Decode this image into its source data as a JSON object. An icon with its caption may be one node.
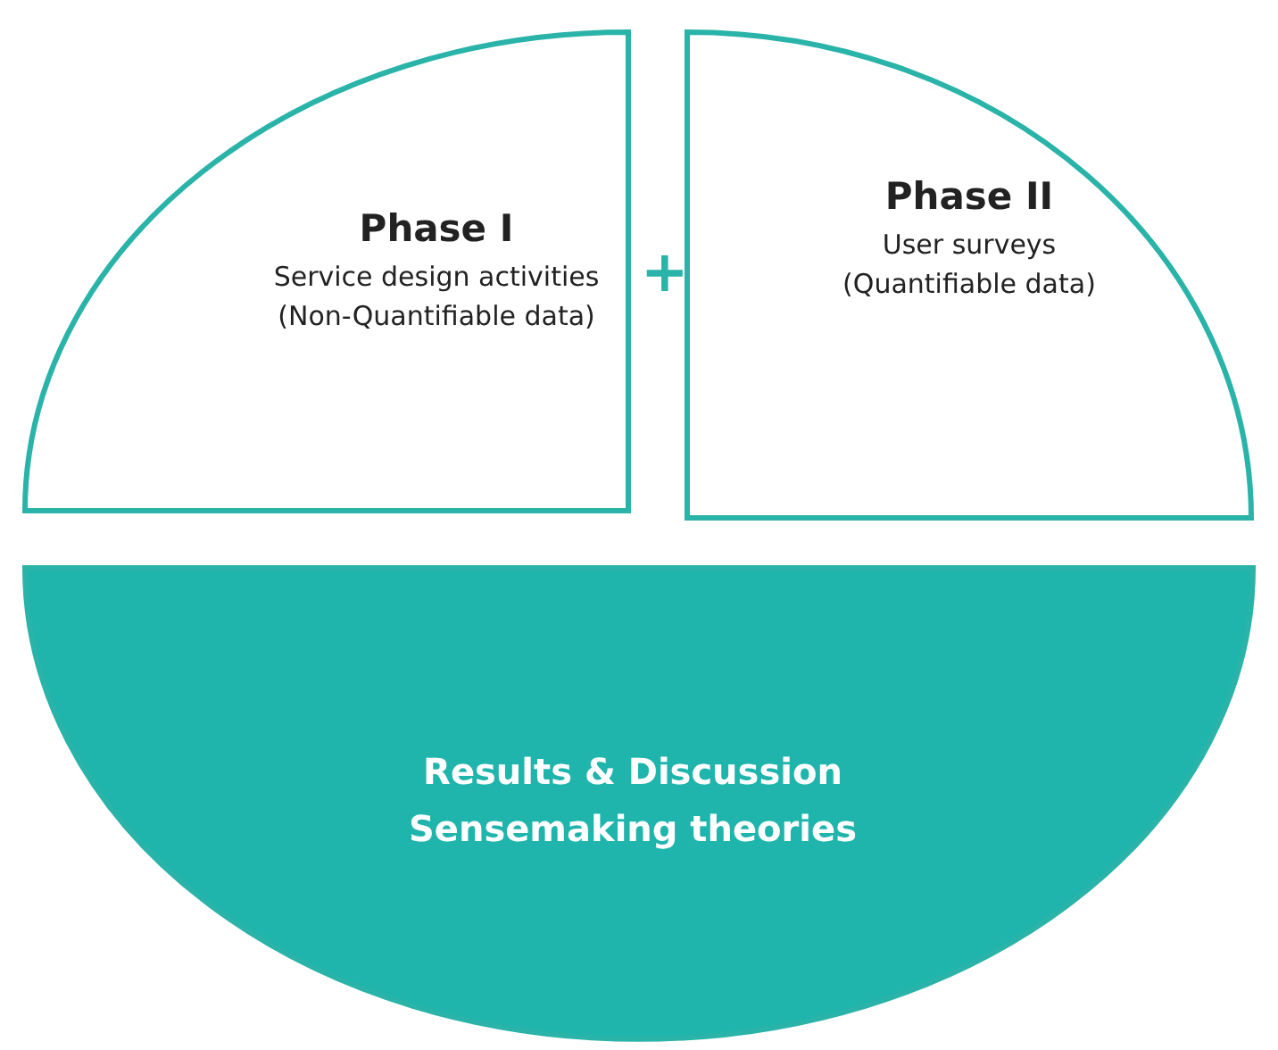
{
  "diagram": {
    "nodes": [
      {
        "text": [
          "Phase I",
          "Service design activities (Non-Quantifiable data)"
        ]
      },
      {
        "text": [
          "Phase II",
          "User surveys (Quantifiable data)"
        ]
      },
      {
        "text": [
          "Results & Discussion Sensemaking theories"
        ]
      }
    ],
    "labels": [
      "+"
    ]
  }
}
